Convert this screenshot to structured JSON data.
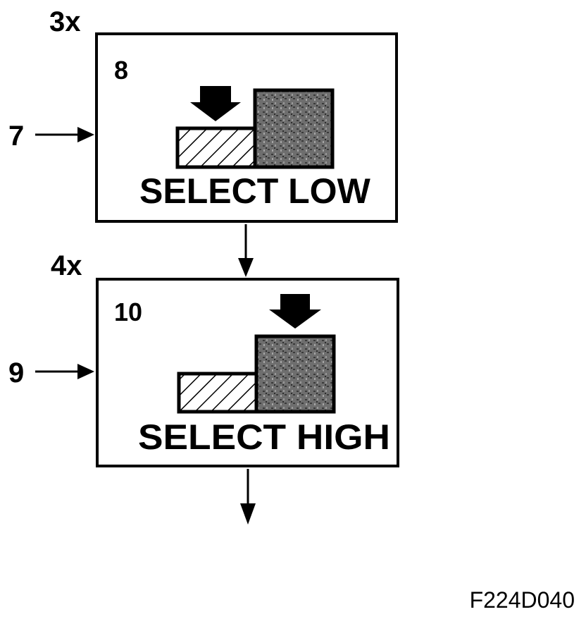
{
  "figure_code": "F224D040",
  "steps": [
    {
      "multiplier": "3x",
      "screen_number": "8",
      "pointer_label": "7",
      "instruction": "SELECT LOW",
      "selected_segment": "low"
    },
    {
      "multiplier": "4x",
      "screen_number": "10",
      "pointer_label": "9",
      "instruction": "SELECT HIGH",
      "selected_segment": "high"
    }
  ],
  "icons": {
    "selection_arrow": "down-arrow-icon",
    "pointer_arrow": "right-arrow-icon",
    "flow_arrow": "flow-down-arrow-icon",
    "low_segment": "hatched-bar-icon",
    "high_segment": "shaded-block-icon"
  }
}
